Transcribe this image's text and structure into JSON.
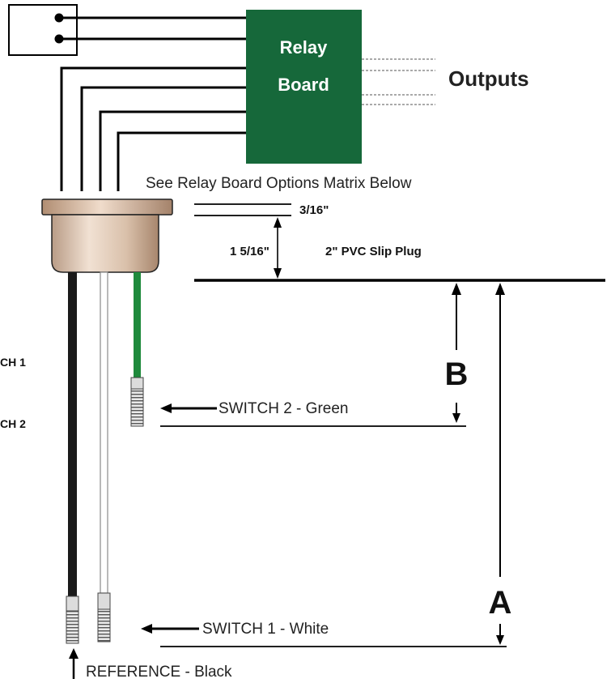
{
  "relay_board": {
    "line1": "Relay",
    "line2": "Board",
    "color": "#16683a",
    "text_color": "#ffffff"
  },
  "outputs_label": "Outputs",
  "options_note": "See Relay Board Options Matrix Below",
  "dimensions": {
    "cap_thickness": "3/16\"",
    "cap_to_level": "1 5/16\"",
    "plug_label": "2\" PVC Slip Plug",
    "marker_a": "A",
    "marker_b": "B"
  },
  "probes": {
    "switch2": "SWITCH 2 - Green",
    "switch1": "SWITCH 1 - White",
    "reference": "REFERENCE - Black"
  },
  "left_cut": {
    "line1": "CH 1",
    "line2": "CH 2"
  },
  "colors": {
    "green_wire": "#1f8a3c",
    "black_wire": "#1a1a1a",
    "white_wire": "#cfcfcf",
    "plug_body": "#d2b49a",
    "line": "#000000"
  }
}
